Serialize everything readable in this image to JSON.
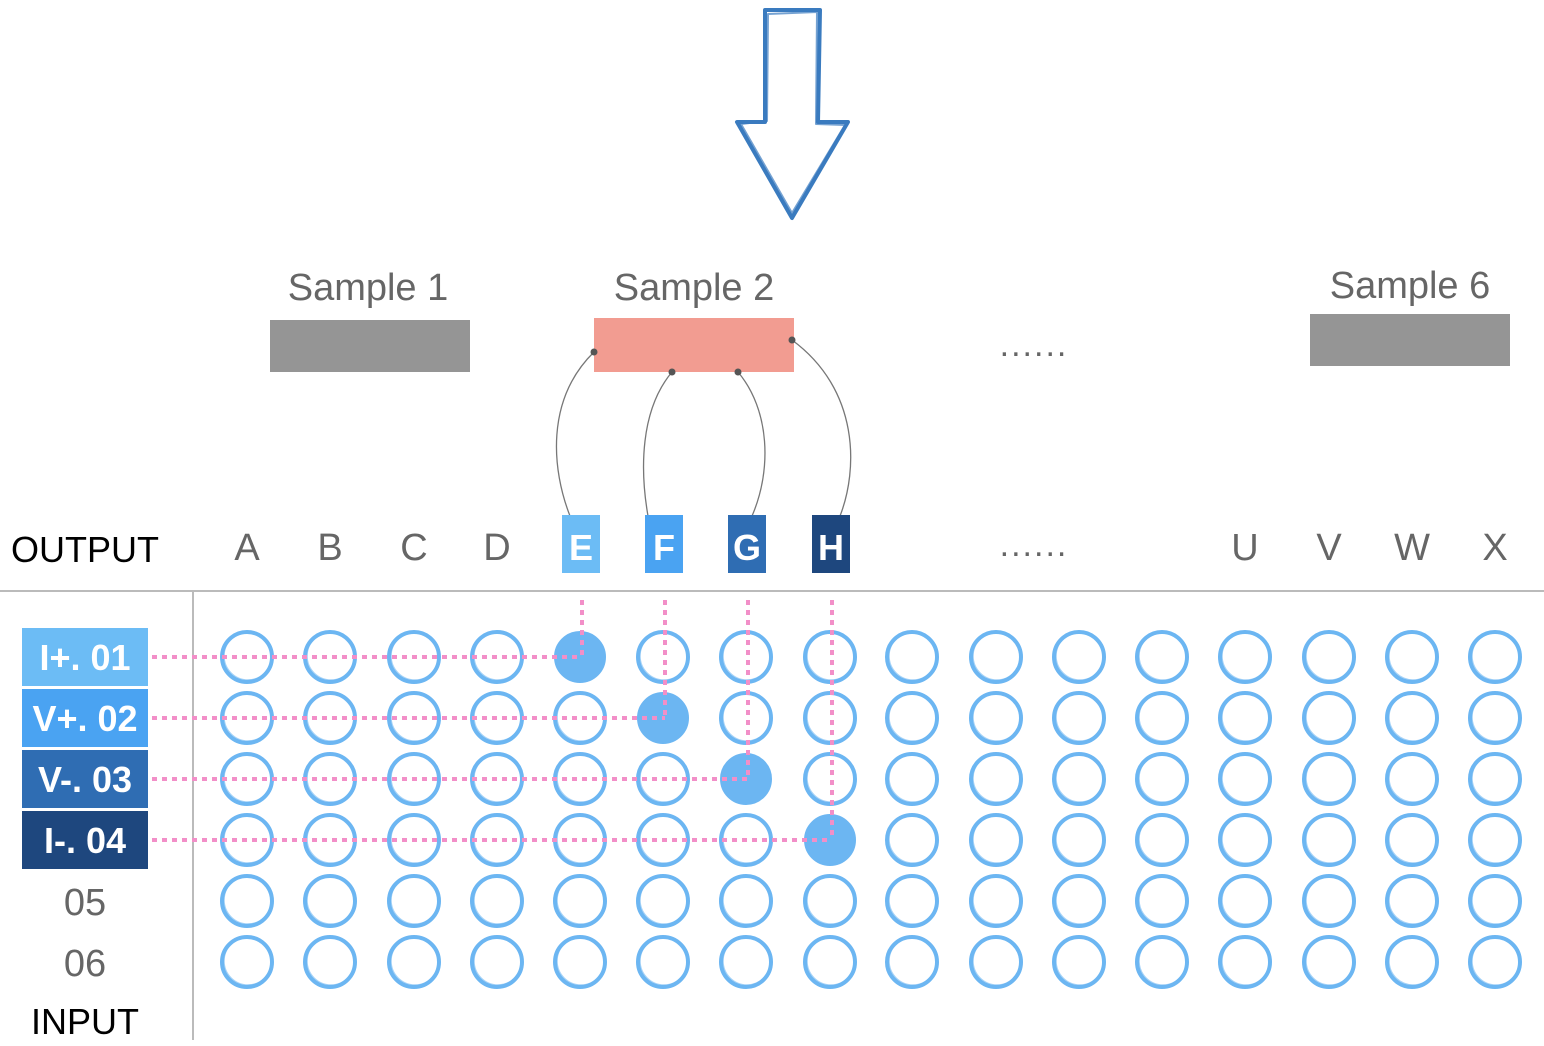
{
  "samples": [
    {
      "label": "Sample 1",
      "color": "#959595"
    },
    {
      "label": "Sample 2",
      "color": "#f29c91"
    },
    {
      "label": "Sample 6",
      "color": "#959595"
    }
  ],
  "ellipsis": "......",
  "output_title": "OUTPUT",
  "input_title": "INPUT",
  "columns": [
    "A",
    "B",
    "C",
    "D",
    "E",
    "F",
    "G",
    "H",
    "",
    "",
    "",
    "",
    "U",
    "V",
    "W",
    "X"
  ],
  "highlighted_columns": [
    {
      "index": 4,
      "label": "E",
      "color": "#6cbcf5"
    },
    {
      "index": 5,
      "label": "F",
      "color": "#4aa3f2"
    },
    {
      "index": 6,
      "label": "G",
      "color": "#2f6db3"
    },
    {
      "index": 7,
      "label": "H",
      "color": "#1e477e"
    }
  ],
  "rows": [
    {
      "label": "I+.  01",
      "highlight": true,
      "color": "#6cbcf5"
    },
    {
      "label": "V+. 02",
      "highlight": true,
      "color": "#4aa3f2"
    },
    {
      "label": "V-.  03",
      "highlight": true,
      "color": "#2f6db3"
    },
    {
      "label": "I-.   04",
      "highlight": true,
      "color": "#1e477e"
    },
    {
      "label": "05",
      "highlight": false
    },
    {
      "label": "06",
      "highlight": false
    }
  ],
  "connections": [
    {
      "row": 0,
      "col": 4
    },
    {
      "row": 1,
      "col": 5
    },
    {
      "row": 2,
      "col": 6
    },
    {
      "row": 3,
      "col": 7
    }
  ],
  "colors": {
    "circle": "#6cb6f2",
    "dotted_line": "#f28fc8",
    "arrow": "#3a7bbf",
    "wire": "#777777",
    "divider": "#bbbbbb"
  }
}
